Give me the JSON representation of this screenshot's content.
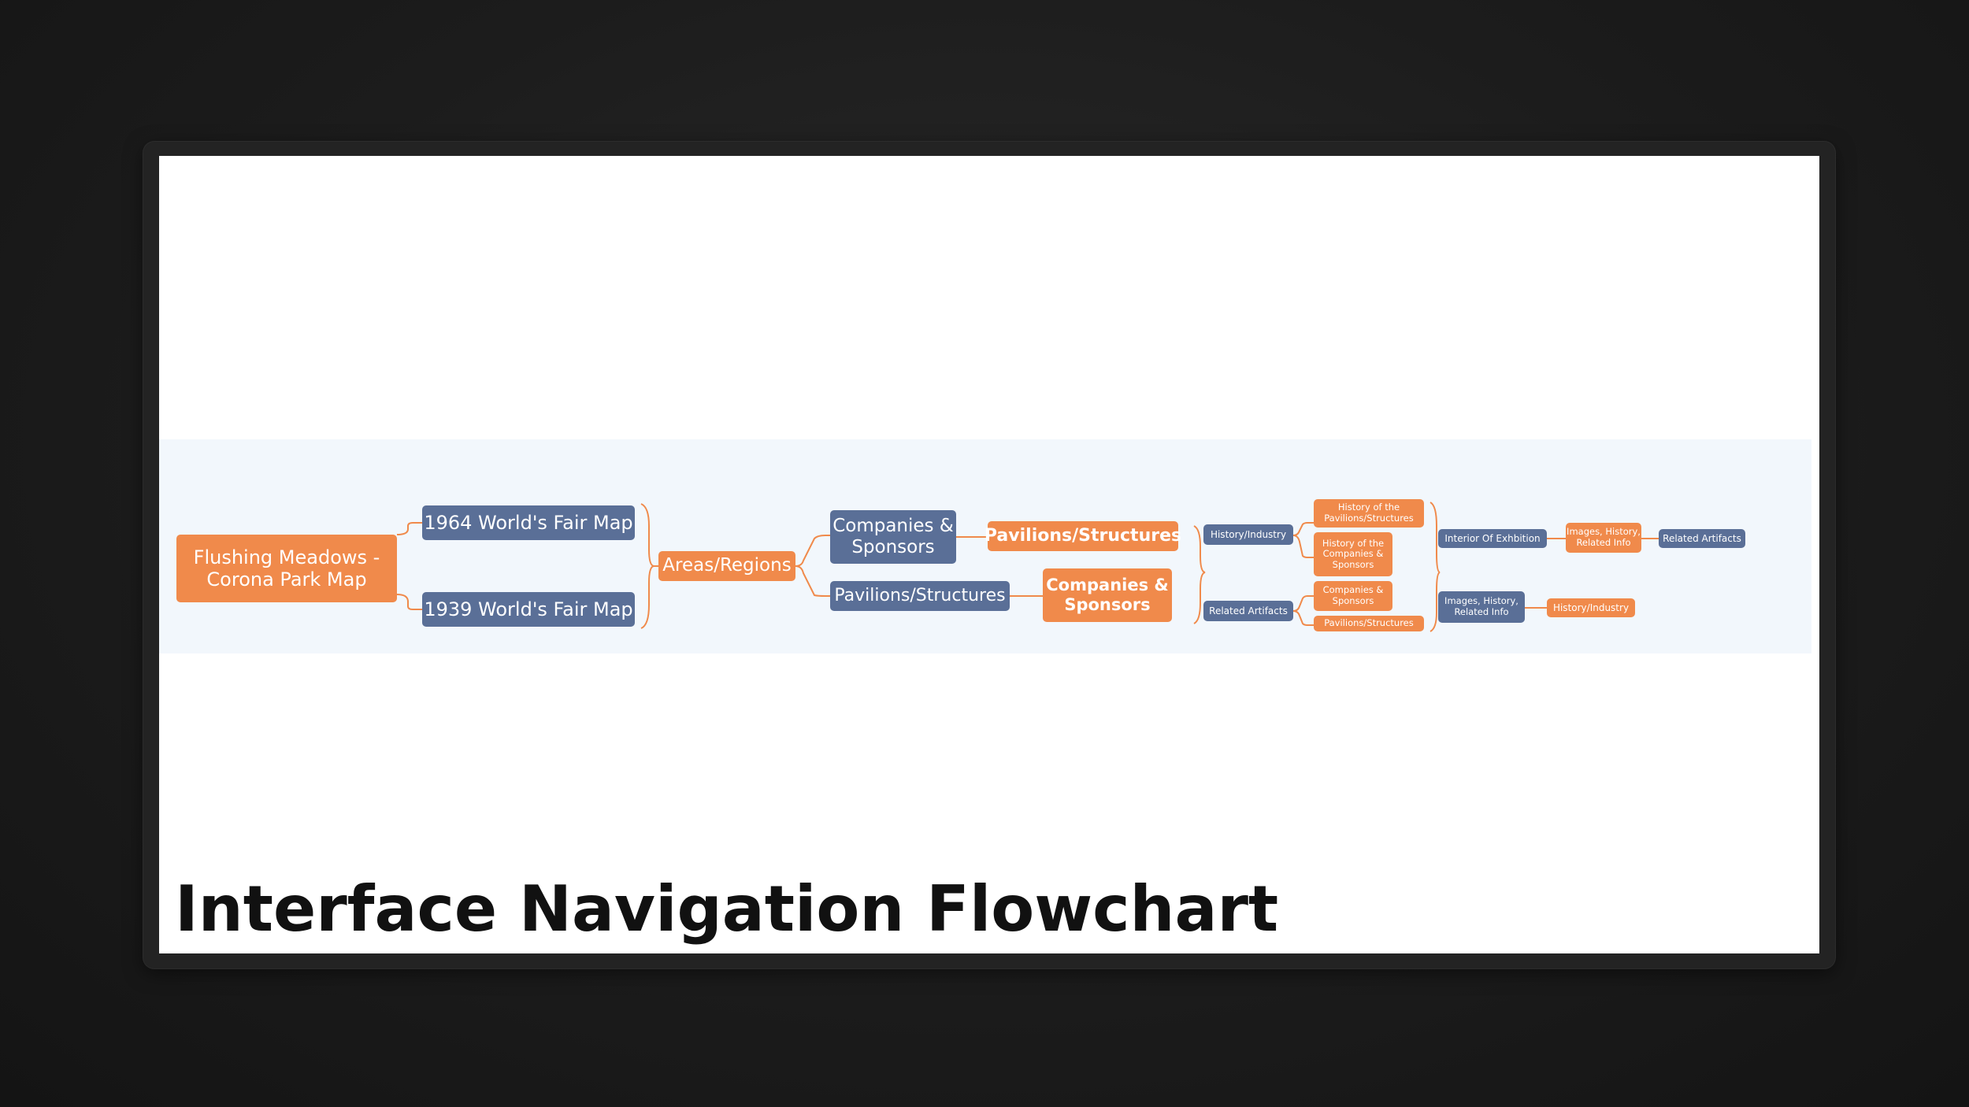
{
  "title": "Interface Navigation Flowchart",
  "colors": {
    "orange_node": "#f08a4b",
    "blue_node": "#5a6f97",
    "band_background": "#f2f7fc",
    "slide_background": "#ffffff",
    "frame_background": "#232323",
    "page_background": "#1c1c1c",
    "title_color": "#111111"
  },
  "flowchart": {
    "root": "Flushing Meadows - Corona Park Map",
    "maps": [
      "1964 World's Fair Map",
      "1939 World's Fair Map"
    ],
    "areas": "Areas/Regions",
    "branch_a": {
      "companies": "Companies & Sponsors",
      "pavilions": "Pavilions/Structures"
    },
    "branch_b": {
      "pavilions": "Pavilions/Structures",
      "companies": "Companies & Sponsors"
    },
    "detail": {
      "history_industry": "History/Industry",
      "related_artifacts": "Related Artifacts",
      "history_pavilions": "History of the Pavilions/Structures",
      "history_companies": "History of the Companies & Sponsors",
      "sub_companies": "Companies & Sponsors",
      "sub_pavilions": "Pavilions/Structures",
      "interior": "Interior Of Exhbition",
      "images_a": "Images, History, Related Info",
      "related_artifacts_end": "Related Artifacts",
      "images_b": "Images, History, Related Info",
      "history_industry_end": "History/Industry"
    }
  }
}
